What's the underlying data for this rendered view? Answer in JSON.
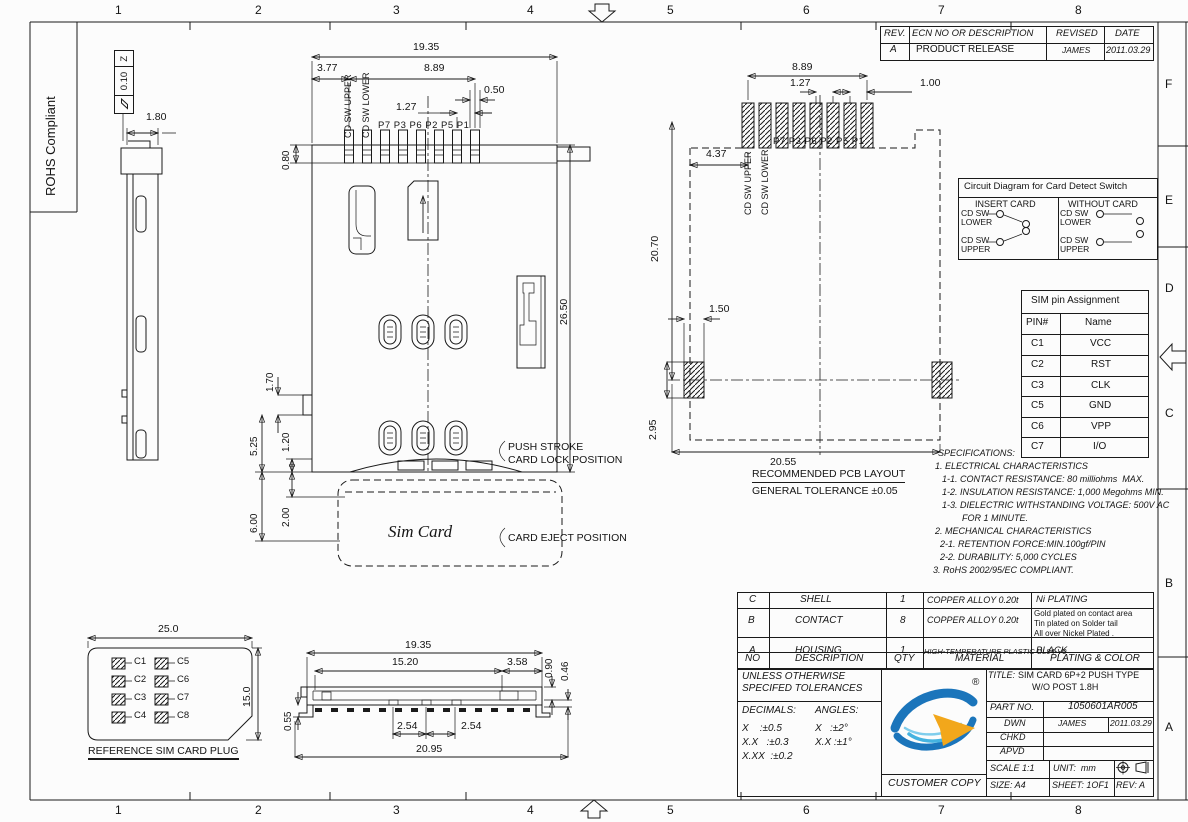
{
  "frame": {
    "zone_cols": [
      "1",
      "2",
      "3",
      "4",
      "5",
      "6",
      "7",
      "8"
    ],
    "zone_rows": [
      "F",
      "E",
      "D",
      "C",
      "B",
      "A"
    ],
    "rohs": "ROHS Compliant"
  },
  "rev_table": {
    "h_rev": "REV.",
    "h_desc": "ECN NO OR DESCRIPTION",
    "h_revised": "REVISED",
    "h_date": "DATE",
    "r_rev": "A",
    "r_desc": "PRODUCT RELEASE",
    "r_revised": "JAMES",
    "r_date": "2011.03.29"
  },
  "side_view": {
    "flatness_value": "0.10",
    "flatness_datum": "Z",
    "dim_thickness": "1.80"
  },
  "main_view": {
    "dim_total_width": "19.35",
    "dim_left_offset": "3.77",
    "dim_contact_span": "8.89",
    "dim_pin_width": "0.50",
    "dim_pitch": "1.27",
    "dim_pin_top": "0.80",
    "dim_height": "26.50",
    "dim_1_70": "1.70",
    "dim_5_25": "5.25",
    "dim_1_20": "1.20",
    "dim_6_00": "6.00",
    "dim_2_00": "2.00",
    "label_cd_upper": "CD SW UPPER",
    "label_cd_lower": "CD SW LOWER",
    "label_pins": "P7 P3 P6 P2 P5 P1",
    "note_push_stroke": "PUSH STROKE",
    "note_card_lock": "CARD LOCK POSITION",
    "note_card_eject": "CARD EJECT POSITION",
    "sim_card": "Sim Card"
  },
  "pcb_view": {
    "dim_span": "8.89",
    "dim_pitch": "1.27",
    "dim_1_00": "1.00",
    "dim_4_37": "4.37",
    "dim_20_70": "20.70",
    "dim_1_50": "1.50",
    "dim_2_95": "2.95",
    "dim_20_55": "20.55",
    "label_cd_upper": "CD SW UPPER",
    "label_cd_lower": "CD SW LOWER",
    "label_pins": "P7 P3 P6 P2 P5 P1",
    "caption_title": "RECOMMENDED PCB LAYOUT",
    "caption_tol": "GENERAL TOLERANCE ±0.05"
  },
  "circuit": {
    "title": "Circuit Diagram for Card Detect Switch",
    "insert_label": "INSERT CARD",
    "without_label": "WITHOUT CARD",
    "insert_lower": "CD SW\nLOWER",
    "insert_upper": "CD SW\nUPPER",
    "without_lower": "CD SW\nLOWER",
    "without_upper": "CD SW\nUPPER"
  },
  "pin_table": {
    "title": "SIM pin Assignment",
    "col_pin": "PIN#",
    "col_name": "Name",
    "rows": [
      {
        "pin": "C1",
        "name": "VCC"
      },
      {
        "pin": "C2",
        "name": "RST"
      },
      {
        "pin": "C3",
        "name": "CLK"
      },
      {
        "pin": "C5",
        "name": "GND"
      },
      {
        "pin": "C6",
        "name": "VPP"
      },
      {
        "pin": "C7",
        "name": "I/O"
      }
    ]
  },
  "specs": {
    "l0": "SPECIFICATIONS:",
    "l1": "1. ELECTRICAL CHARACTERISTICS",
    "l2": "1-1. CONTACT RESISTANCE: 80 milliohms  MAX.",
    "l3": "1-2. INSULATION RESISTANCE: 1,000 Megohms MIN.",
    "l4": "1-3. DIELECTRIC WITHSTANDING VOLTAGE: 500V AC",
    "l5": "FOR 1 MINUTE.",
    "l6": "2. MECHANICAL CHARACTERISTICS",
    "l7": "2-1. RETENTION FORCE:MIN.100gf/PIN",
    "l8": "2-2. DURABILITY: 5,000 CYCLES",
    "l9": "3. RoHS 2002/95/EC COMPLIANT."
  },
  "material_table": {
    "h_no": "NO",
    "h_desc": "DESCRIPTION",
    "h_qty": "QTY",
    "h_material": "MATERIAL",
    "h_plating": "PLATING & COLOR",
    "rows": [
      {
        "no": "C",
        "desc": "SHELL",
        "qty": "1",
        "material": "COPPER ALLOY 0.20t",
        "plating": "Ni PLATING"
      },
      {
        "no": "B",
        "desc": "CONTACT",
        "qty": "8",
        "material": "COPPER ALLOY 0.20t",
        "plating": "Gold plated on contact area\nTin plated on Solder tail\nAll over Nickel Plated ."
      },
      {
        "no": "A",
        "desc": "HOUSING",
        "qty": "1",
        "material": "HIGH-TEMPERATURE PLASTIC UL94-V0",
        "plating": "BLACK"
      }
    ]
  },
  "title_block": {
    "tol_l1": "UNLESS OTHERWISE",
    "tol_l2": "SPECIFED TOLERANCES",
    "decimals": "DECIMALS:",
    "angles": "ANGLES:",
    "dec_x": "X    :±0.5",
    "ang_x": "X   :±2°",
    "dec_xx": "X.X   :±0.3",
    "ang_xx": "X.X :±1°",
    "dec_xxx": "X.XX  :±0.2",
    "customer_copy": "CUSTOMER COPY",
    "registered": "®",
    "title_label": "TITLE:",
    "title_line1": "SIM CARD 6P+2 PUSH TYPE",
    "title_line2": "W/O POST 1.8H",
    "part_label": "PART NO.",
    "part_no": "1050601AR005",
    "dwn_label": "DWN",
    "dwn_name": "JAMES",
    "dwn_date": "2011.03.29",
    "chkd_label": "CHKD",
    "apvd_label": "APVD",
    "scale": "SCALE 1:1",
    "unit": "UNIT:  mm",
    "size": "SIZE: A4",
    "sheet": "SHEET: 1OF1",
    "rev": "REV: A"
  },
  "sim_plug": {
    "dim_width": "25.0",
    "dim_height": "15.0",
    "caption": "REFERENCE SIM CARD PLUG",
    "pads_left": [
      "C1",
      "C2",
      "C3",
      "C4"
    ],
    "pads_right": [
      "C5",
      "C6",
      "C7",
      "C8"
    ]
  },
  "bottom_view": {
    "dim_19_35": "19.35",
    "dim_15_20": "15.20",
    "dim_3_58": "3.58",
    "dim_0_90": "0.90",
    "dim_0_46": "0.46",
    "dim_0_55": "0.55",
    "dim_2_54a": "2.54",
    "dim_2_54b": "2.54",
    "dim_20_95": "20.95"
  }
}
